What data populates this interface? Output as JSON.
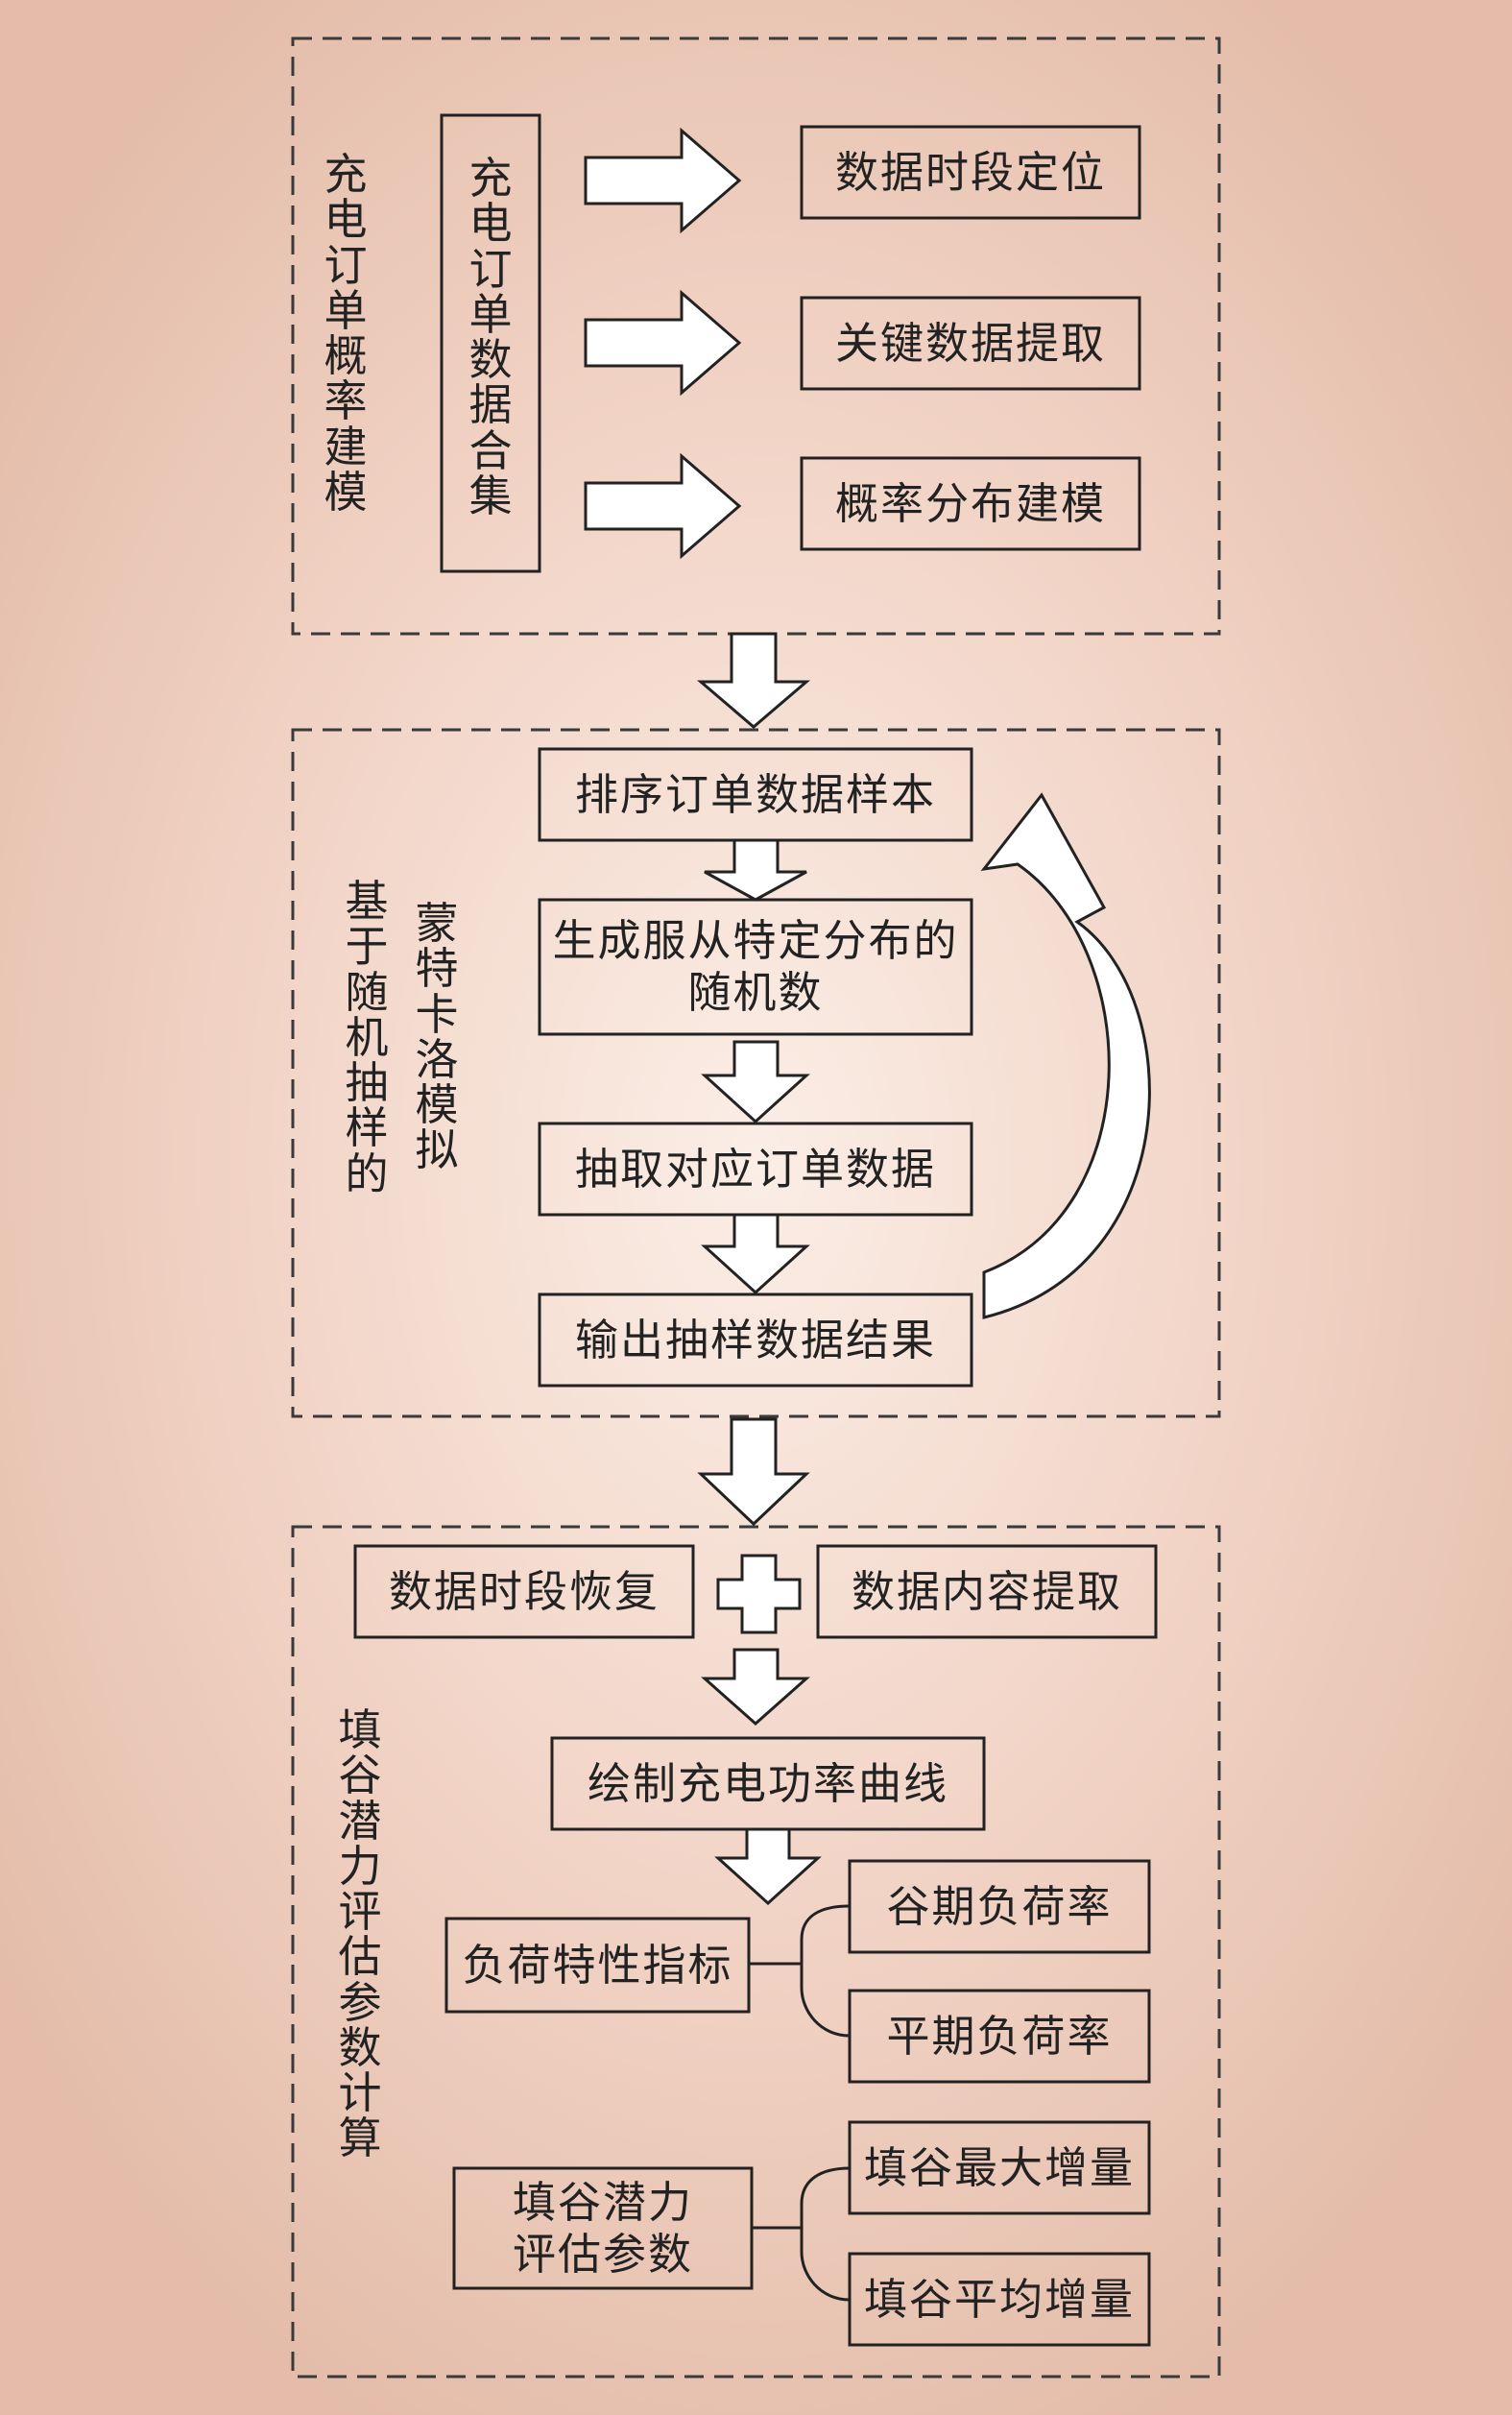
{
  "section1": {
    "title": "充电订单概率建模",
    "source": "充电订单数据合集",
    "steps": [
      "数据时段定位",
      "关键数据提取",
      "概率分布建模"
    ]
  },
  "section2": {
    "title_left": "基于随机抽样的",
    "title_right": "蒙特卡洛模拟",
    "steps": [
      "排序订单数据样本",
      "生成服从特定分布的\n随机数",
      "抽取对应订单数据",
      "输出抽样数据结果"
    ]
  },
  "section3": {
    "title": "填谷潜力评估参数计算",
    "recover": "数据时段恢复",
    "extract": "数据内容提取",
    "curve": "绘制充电功率曲线",
    "load_metric": "负荷特性指标",
    "load_items": [
      "谷期负荷率",
      "平期负荷率"
    ],
    "fill_metric": "填谷潜力\n评估参数",
    "fill_items": [
      "填谷最大增量",
      "填谷平均增量"
    ]
  }
}
